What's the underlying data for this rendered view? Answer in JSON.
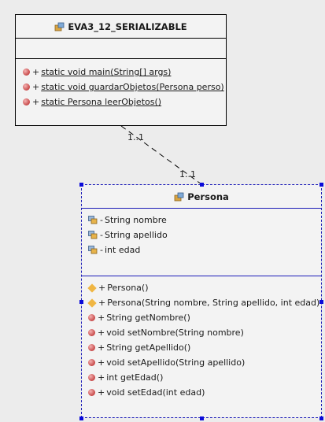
{
  "classes": {
    "main": {
      "name": "EVA3_12_SERIALIZABLE",
      "methods": [
        {
          "visibility": "+",
          "text": "static void main(String[] args)"
        },
        {
          "visibility": "+",
          "text": "static void guardarObjetos(Persona perso)"
        },
        {
          "visibility": "+",
          "text": "static Persona leerObjetos()"
        }
      ]
    },
    "persona": {
      "name": "Persona",
      "attributes": [
        {
          "visibility": "-",
          "text": "String nombre"
        },
        {
          "visibility": "-",
          "text": "String apellido"
        },
        {
          "visibility": "-",
          "text": "int edad"
        }
      ],
      "operations": [
        {
          "visibility": "+",
          "text": "Persona()"
        },
        {
          "visibility": "+",
          "text": "Persona(String nombre, String apellido, int edad)"
        },
        {
          "visibility": "+",
          "text": "String getNombre()"
        },
        {
          "visibility": "+",
          "text": "void setNombre(String nombre)"
        },
        {
          "visibility": "+",
          "text": "String getApellido()"
        },
        {
          "visibility": "+",
          "text": "void setApellido(String apellido)"
        },
        {
          "visibility": "+",
          "text": "int getEdad()"
        },
        {
          "visibility": "+",
          "text": "void setEdad(int edad)"
        }
      ]
    }
  },
  "association": {
    "source_multiplicity": "1..1",
    "target_multiplicity": "1..1"
  },
  "colors": {
    "selection": "#1b1bb7",
    "handle": "#0b0bd9",
    "method_icon": "#c74848",
    "constructor_icon": "#f0b643",
    "background": "#ececec",
    "class_fill": "#f3f3f3"
  },
  "icons": {
    "class": "class-icon",
    "field": "field-icon",
    "method": "method-icon",
    "constructor": "constructor-icon"
  }
}
